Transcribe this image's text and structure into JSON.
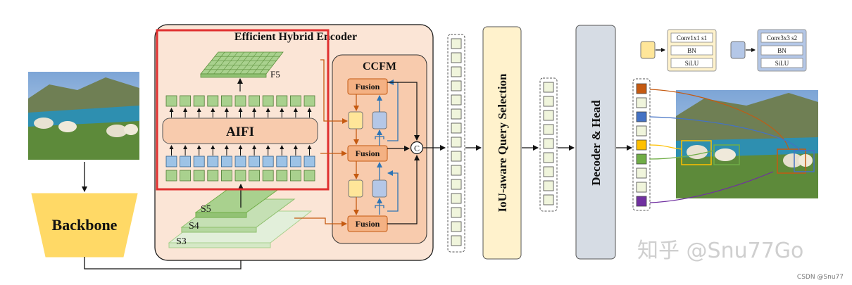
{
  "encoder": {
    "title": "Efficient Hybrid Encoder"
  },
  "aifi": {
    "label": "AIFI",
    "f5_label": "F5"
  },
  "ccfm": {
    "title": "CCFM",
    "fusion_label": "Fusion",
    "concat_label": "C"
  },
  "scales": {
    "s5": "S5",
    "s4": "S4",
    "s3": "S3"
  },
  "backbone": {
    "label": "Backbone"
  },
  "query_selection": {
    "label": "IoU-aware Query Selection"
  },
  "decoder": {
    "label": "Decoder & Head"
  },
  "legend": {
    "conv1": {
      "title": "Conv1x1 s1",
      "bn": "BN",
      "act": "SiLU"
    },
    "conv3": {
      "title": "Conv3x3 s2",
      "bn": "BN",
      "act": "SiLU"
    }
  },
  "watermark": {
    "main": "知乎 @Snu77Go",
    "small": "CSDN @Snu77"
  },
  "colors": {
    "encoder_bg": "#fbe5d6",
    "ccfm_bg": "#f8cbad",
    "fusion_fill": "#f4b183",
    "aifi_fill": "#f8cbad",
    "green_token": "#a9d18e",
    "blue_token": "#9dc3e6",
    "yellow_block": "#ffe699",
    "blue_block": "#b4c7e7",
    "query_fill": "#fff2cc",
    "decoder_fill": "#d6dce4",
    "query_token": "#f0f5dc",
    "highlight_red": "#e03030",
    "arrow_orange": "#c55a11",
    "arrow_blue": "#2e75b6"
  },
  "output_tokens": [
    "#c55a11",
    "#f0f5dc",
    "#4472c4",
    "#f0f5dc",
    "#ffc000",
    "#70ad47",
    "#f0f5dc",
    "#f0f5dc",
    "#7030a0"
  ]
}
